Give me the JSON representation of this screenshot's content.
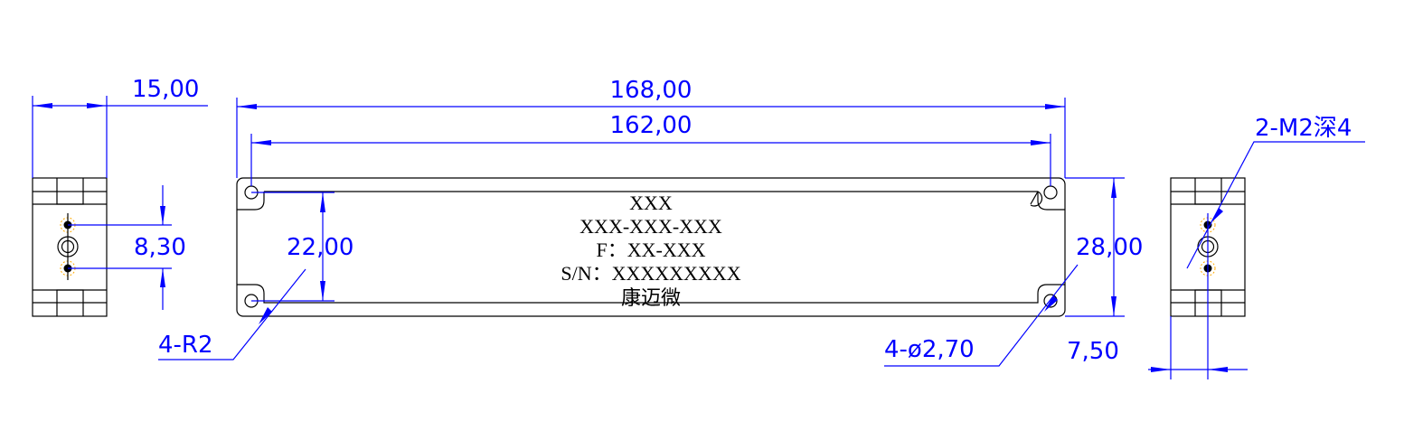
{
  "drawing": {
    "dimensions": {
      "side_width": "15,00",
      "overall_length": "168,00",
      "hole_spacing": "162,00",
      "hole_pitch": "8,30",
      "hole_vertical": "22,00",
      "overall_height": "28,00",
      "corner_radius": "4-R2",
      "hole_diameter": "4-ø2,70",
      "thread_note": "2-M2深4",
      "side_offset": "7,50"
    },
    "label": {
      "line1": "XXX",
      "line2": "XXX-XXX-XXX",
      "line3": "F：XX-XXX",
      "line4": "S/N：XXXXXXXXX",
      "line5": "康迈微"
    },
    "colors": {
      "dimension": "#0000ff",
      "outline": "#000000",
      "thread_marker": "#ffaa00"
    }
  }
}
